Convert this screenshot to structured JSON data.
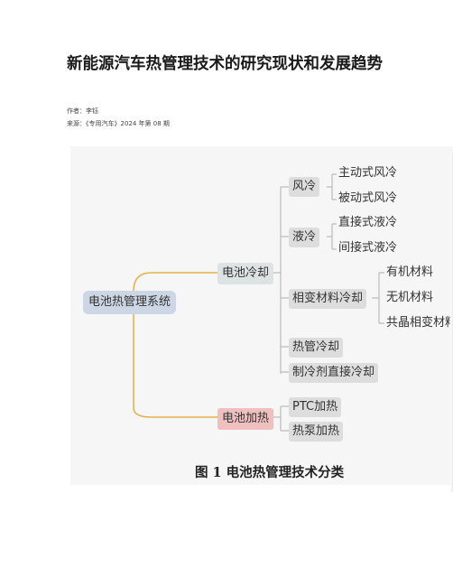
{
  "article": {
    "title": "新能源汽车热管理技术的研究现状和发展趋势",
    "author_line": "作者：李钰",
    "source_line": "来源：《专用汽车》2024 年第 08 期"
  },
  "figure": {
    "caption": "图 1  电池热管理技术分类",
    "root": "电池热管理系统",
    "cooling": {
      "label": "电池冷却",
      "air": {
        "label": "风冷",
        "children": [
          "主动式风冷",
          "被动式风冷"
        ]
      },
      "liquid": {
        "label": "液冷",
        "children": [
          "直接式液冷",
          "间接式液冷"
        ]
      },
      "pcm": {
        "label": "相变材料冷却",
        "children": [
          "有机材料",
          "无机材料",
          "共晶相变材料"
        ]
      },
      "heatpipe": {
        "label": "热管冷却"
      },
      "refrigerant": {
        "label": "制冷剂直接冷却"
      }
    },
    "heating": {
      "label": "电池加热",
      "ptc": {
        "label": "PTC加热"
      },
      "heatpump": {
        "label": "热泵加热"
      }
    },
    "colors": {
      "cooling_branch": "#e3b04b",
      "heating_branch": "#e3b04b",
      "connector": "#bbbbbb",
      "root_fill": "#cdd6e4",
      "heat_fill": "#f0c0c0"
    }
  }
}
